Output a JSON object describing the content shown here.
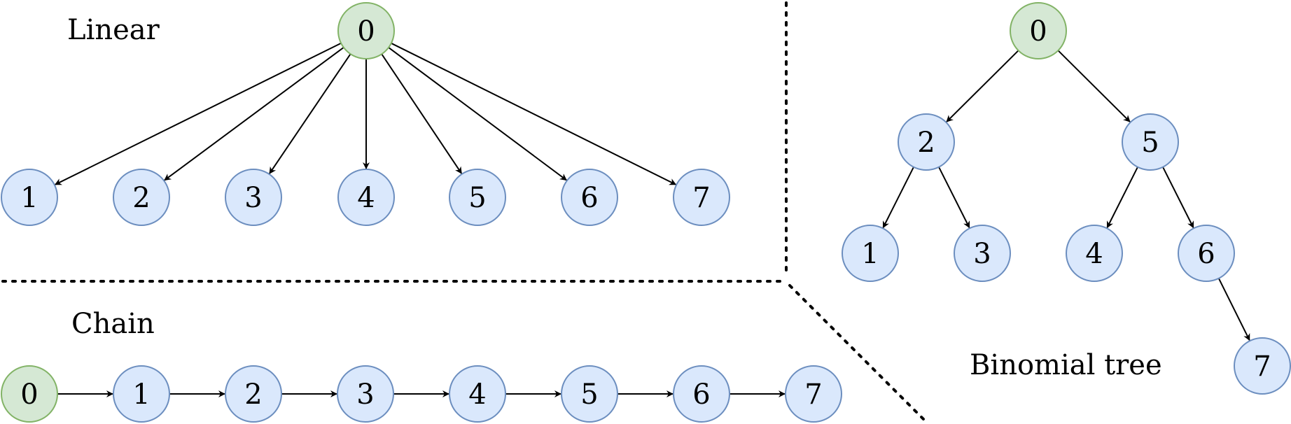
{
  "sections": {
    "linear": {
      "title": "Linear"
    },
    "chain": {
      "title": "Chain"
    },
    "binomial": {
      "title": "Binomial tree"
    }
  },
  "colors": {
    "root_fill": "#d5e8d4",
    "root_stroke": "#82b366",
    "node_fill": "#dae8fc",
    "node_stroke": "#6c8ebf"
  },
  "linear": {
    "root": "0",
    "children": [
      "1",
      "2",
      "3",
      "4",
      "5",
      "6",
      "7"
    ]
  },
  "chain": {
    "nodes": [
      "0",
      "1",
      "2",
      "3",
      "4",
      "5",
      "6",
      "7"
    ]
  },
  "binomial": {
    "nodes": [
      "0",
      "2",
      "5",
      "1",
      "3",
      "4",
      "6",
      "7"
    ],
    "edges": [
      [
        "0",
        "2"
      ],
      [
        "0",
        "5"
      ],
      [
        "2",
        "1"
      ],
      [
        "2",
        "3"
      ],
      [
        "5",
        "4"
      ],
      [
        "5",
        "6"
      ],
      [
        "6",
        "7"
      ]
    ]
  }
}
